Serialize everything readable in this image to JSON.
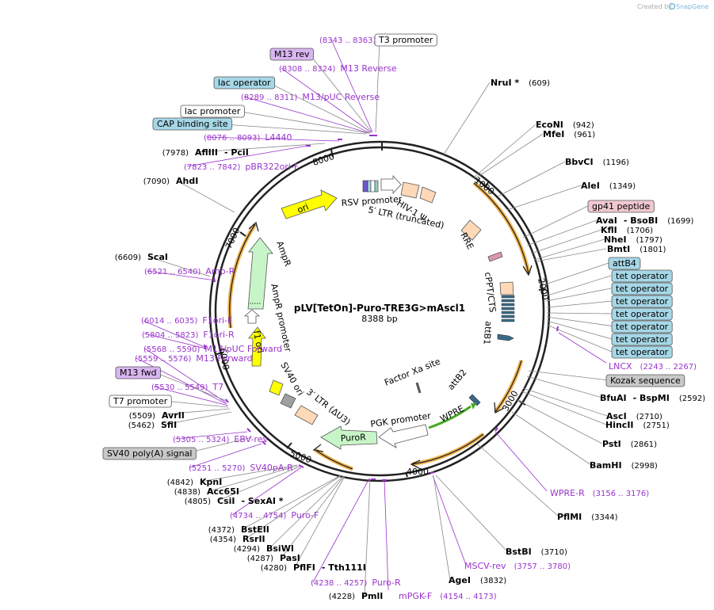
{
  "title": "pLV[TetOn]-Puro-TRE3G>mAscl1",
  "length": "8388 bp",
  "brand": "Created by",
  "brand_name": "SnapGene",
  "colors": {
    "primer": "#9933cc",
    "bar": "#f0a830",
    "operator": "#a6d7e6",
    "m13": "#d8b5f0",
    "gp41": "#f0c8d0",
    "sequence": "#c8c8c8",
    "ori": "#ffff00",
    "ampr": "#c8f5c8",
    "ltr": "#ffd8b8",
    "arrow_green": "#44aa22"
  },
  "tick_labels": [
    "1000",
    "2000",
    "3000",
    "4000",
    "5000",
    "6000",
    "7000",
    "8000"
  ],
  "labels": [
    {
      "name": "T3",
      "range": "(8343 .. 8363)",
      "kind": "primer"
    },
    {
      "name": "T3 promoter",
      "kind": "boxed"
    },
    {
      "name": "M13 rev",
      "kind": "m13"
    },
    {
      "name": "M13 Reverse",
      "range": "(8308 .. 8324)",
      "kind": "primer"
    },
    {
      "name": "lac operator",
      "kind": "operator"
    },
    {
      "name": "M13/pUC Reverse",
      "range": "(8289 .. 8311)",
      "kind": "primer"
    },
    {
      "name": "lac promoter",
      "kind": "boxed"
    },
    {
      "name": "CAP binding site",
      "kind": "operator"
    },
    {
      "name": "L4440",
      "range": "(8076 .. 8093)",
      "kind": "primer"
    },
    {
      "name": "AflIII",
      "num": "(7978)",
      "second": "PciI",
      "kind": "enzyme2"
    },
    {
      "name": "pBR322ori-F",
      "range": "(7823 .. 7842)",
      "kind": "primer"
    },
    {
      "name": "AhdI",
      "num": "(7090)",
      "kind": "enzyme"
    },
    {
      "name": "ScaI",
      "num": "(6609)",
      "kind": "enzyme"
    },
    {
      "name": "Amp-R",
      "range": "(6521 .. 6540)",
      "kind": "primer"
    },
    {
      "name": "F1ori-F",
      "range": "(6014 .. 6035)",
      "kind": "primer"
    },
    {
      "name": "F1ori-R",
      "range": "(5804 .. 5823)",
      "kind": "primer"
    },
    {
      "name": "M13/pUC Forward",
      "range": "(5568 .. 5590)",
      "kind": "primer"
    },
    {
      "name": "M13 Forward",
      "range": "(5559 .. 5576)",
      "kind": "primer"
    },
    {
      "name": "M13 fwd",
      "kind": "m13"
    },
    {
      "name": "T7",
      "range": "(5530 .. 5549)",
      "kind": "primer"
    },
    {
      "name": "T7 promoter",
      "kind": "boxed"
    },
    {
      "name": "AvrII",
      "num": "(5509)",
      "kind": "enzyme"
    },
    {
      "name": "SfiI",
      "num": "(5462)",
      "kind": "enzyme"
    },
    {
      "name": "EBV-rev",
      "range": "(5305 .. 5324)",
      "kind": "primer"
    },
    {
      "name": "SV40 poly(A) signal",
      "kind": "sequence"
    },
    {
      "name": "SV40pA-R",
      "range": "(5251 .. 5270)",
      "kind": "primer"
    },
    {
      "name": "KpnI",
      "num": "(4842)",
      "kind": "enzyme"
    },
    {
      "name": "Acc65I",
      "num": "(4838)",
      "kind": "enzyme"
    },
    {
      "name": "CsiI",
      "num": "(4805)",
      "second": "SexAI *",
      "kind": "enzyme2"
    },
    {
      "name": "Puro-F",
      "range": "(4734 .. 4754)",
      "kind": "primer"
    },
    {
      "name": "BstEII",
      "num": "(4372)",
      "kind": "enzyme"
    },
    {
      "name": "RsrII",
      "num": "(4354)",
      "kind": "enzyme"
    },
    {
      "name": "BsiWI",
      "num": "(4294)",
      "kind": "enzyme"
    },
    {
      "name": "PasI",
      "num": "(4287)",
      "kind": "enzyme"
    },
    {
      "name": "PflFI",
      "num": "(4280)",
      "second": "Tth111I",
      "kind": "enzyme2"
    },
    {
      "name": "Puro-R",
      "range": "(4238 .. 4257)",
      "kind": "primer"
    },
    {
      "name": "PmlI",
      "num": "(4228)",
      "kind": "enzyme"
    },
    {
      "name": "mPGK-F",
      "range": "(4154 .. 4173)",
      "kind": "primer"
    },
    {
      "name": "AgeI",
      "num": "(3832)",
      "kind": "enzyme"
    },
    {
      "name": "MSCV-rev",
      "range": "(3757 .. 3780)",
      "kind": "primer"
    },
    {
      "name": "BstBI",
      "num": "(3710)",
      "kind": "enzyme"
    },
    {
      "name": "PflMI",
      "num": "(3344)",
      "kind": "enzyme"
    },
    {
      "name": "WPRE-R",
      "range": "(3156 .. 3176)",
      "kind": "primer"
    },
    {
      "name": "BamHI",
      "num": "(2998)",
      "kind": "enzyme"
    },
    {
      "name": "PstI",
      "num": "(2861)",
      "kind": "enzyme"
    },
    {
      "name": "HincII",
      "num": "(2751)",
      "kind": "enzyme"
    },
    {
      "name": "AscI",
      "num": "(2710)",
      "kind": "enzyme"
    },
    {
      "name": "BfuAI",
      "num": "(2592)",
      "second": "BspMI",
      "kind": "enzyme2"
    },
    {
      "name": "Kozak sequence",
      "kind": "sequence"
    },
    {
      "name": "LNCX",
      "range": "(2243 .. 2267)",
      "kind": "primer"
    },
    {
      "name": "tet operator",
      "kind": "operator"
    },
    {
      "name": "attB4",
      "kind": "operator"
    },
    {
      "name": "BmtI",
      "num": "(1801)",
      "kind": "enzyme"
    },
    {
      "name": "NheI",
      "num": "(1797)",
      "kind": "enzyme"
    },
    {
      "name": "KflI",
      "num": "(1706)",
      "kind": "enzyme"
    },
    {
      "name": "AvaI",
      "num": "(1699)",
      "second": "BsoBI",
      "kind": "enzyme2"
    },
    {
      "name": "gp41 peptide",
      "kind": "gp41"
    },
    {
      "name": "AleI",
      "num": "(1349)",
      "kind": "enzyme"
    },
    {
      "name": "BbvCI",
      "num": "(1196)",
      "kind": "enzyme"
    },
    {
      "name": "MfeI",
      "num": "(961)",
      "kind": "enzyme"
    },
    {
      "name": "EcoNI",
      "num": "(942)",
      "kind": "enzyme"
    },
    {
      "name": "NruI *",
      "num": "(609)",
      "kind": "enzyme"
    }
  ],
  "features": [
    "RSV promoter",
    "5′ LTR (truncated)",
    "HIV-1 Ψ",
    "RRE",
    "cPPT/CTS",
    "attB1",
    "Factor Xa site",
    "attB2",
    "WPRE",
    "PGK promoter",
    "PuroR",
    "3′ LTR (ΔU3)",
    "SV40 ori",
    "f1 ori",
    "AmpR promoter",
    "AmpR",
    "ori"
  ]
}
